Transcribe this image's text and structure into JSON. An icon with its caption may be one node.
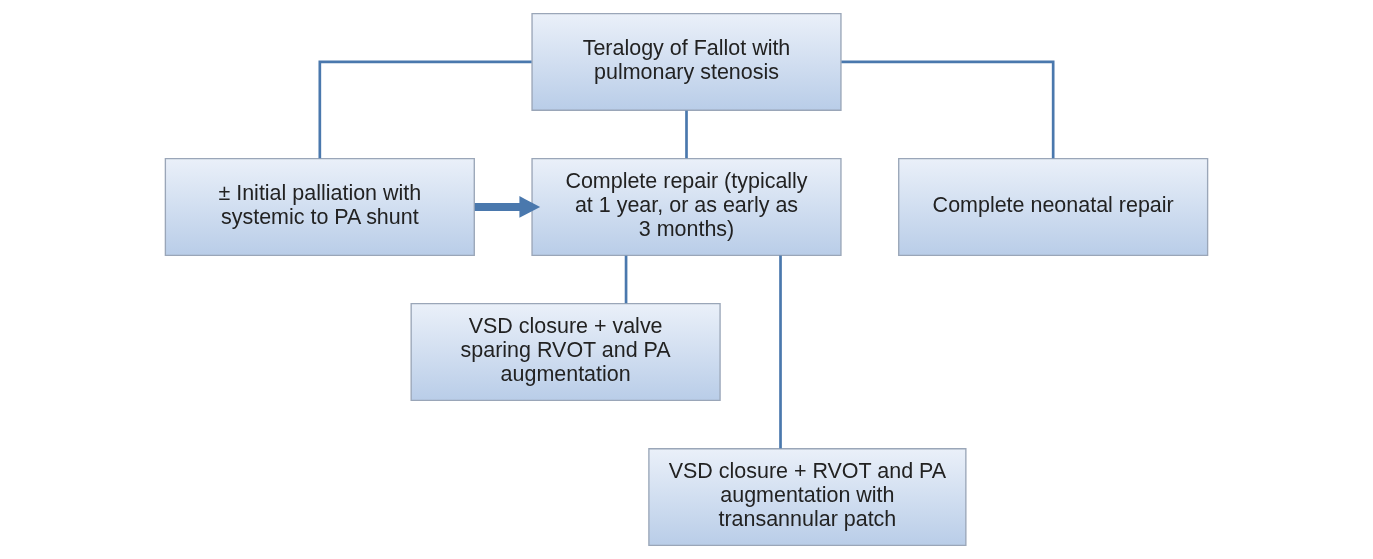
{
  "diagram": {
    "nodes": [
      {
        "text": [
          "Teralogy of Fallot with pulmonary stenosis"
        ]
      },
      {
        "text": [
          "± Initial palliation with systemic to PA shunt"
        ]
      },
      {
        "text": [
          "Complete repair (typically at 1 year, or as early as 3 months)"
        ]
      },
      {
        "text": [
          "Complete neonatal repair"
        ]
      },
      {
        "text": [
          "VSD closure + valve sparing RVOT and PA augmentation"
        ]
      },
      {
        "text": [
          "VSD closure + RVOT and PA augmentation with transannular patch"
        ]
      }
    ],
    "edges": [
      {
        "from": 0,
        "to": 1,
        "arrow": "none"
      },
      {
        "from": 0,
        "to": 2,
        "arrow": "none"
      },
      {
        "from": 0,
        "to": 3,
        "arrow": "none"
      },
      {
        "from": 1,
        "to": 2,
        "arrow": "to",
        "style": "thick"
      },
      {
        "from": 2,
        "to": 4,
        "arrow": "none"
      },
      {
        "from": 2,
        "to": 5,
        "arrow": "none"
      }
    ]
  }
}
